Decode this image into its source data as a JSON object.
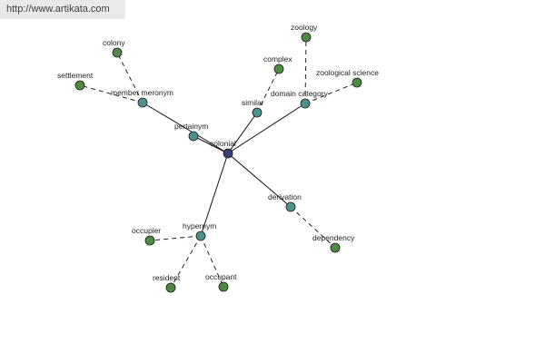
{
  "watermark": "http://www.artikata.com",
  "colors": {
    "center_node": "#3c3c78",
    "relation_node": "#4f8f8c",
    "word_node": "#4f8a44",
    "solid_edge": "#111111",
    "dashed_edge": "#222222"
  },
  "graph": {
    "center": {
      "id": "colonial",
      "label": "colonial"
    },
    "relations": [
      {
        "id": "member-meronym",
        "label": "member meronym",
        "words": [
          "colony",
          "settlement"
        ]
      },
      {
        "id": "pertainym",
        "label": "pertainym",
        "words": []
      },
      {
        "id": "similar",
        "label": "similar",
        "words": [
          "complex"
        ]
      },
      {
        "id": "domain-category",
        "label": "domain category",
        "words": [
          "zoology",
          "zoological science"
        ]
      },
      {
        "id": "derivation",
        "label": "derivation",
        "words": [
          "dependency"
        ]
      },
      {
        "id": "hypernym",
        "label": "hypernym",
        "words": [
          "occupier",
          "resident",
          "occupant"
        ]
      }
    ]
  }
}
